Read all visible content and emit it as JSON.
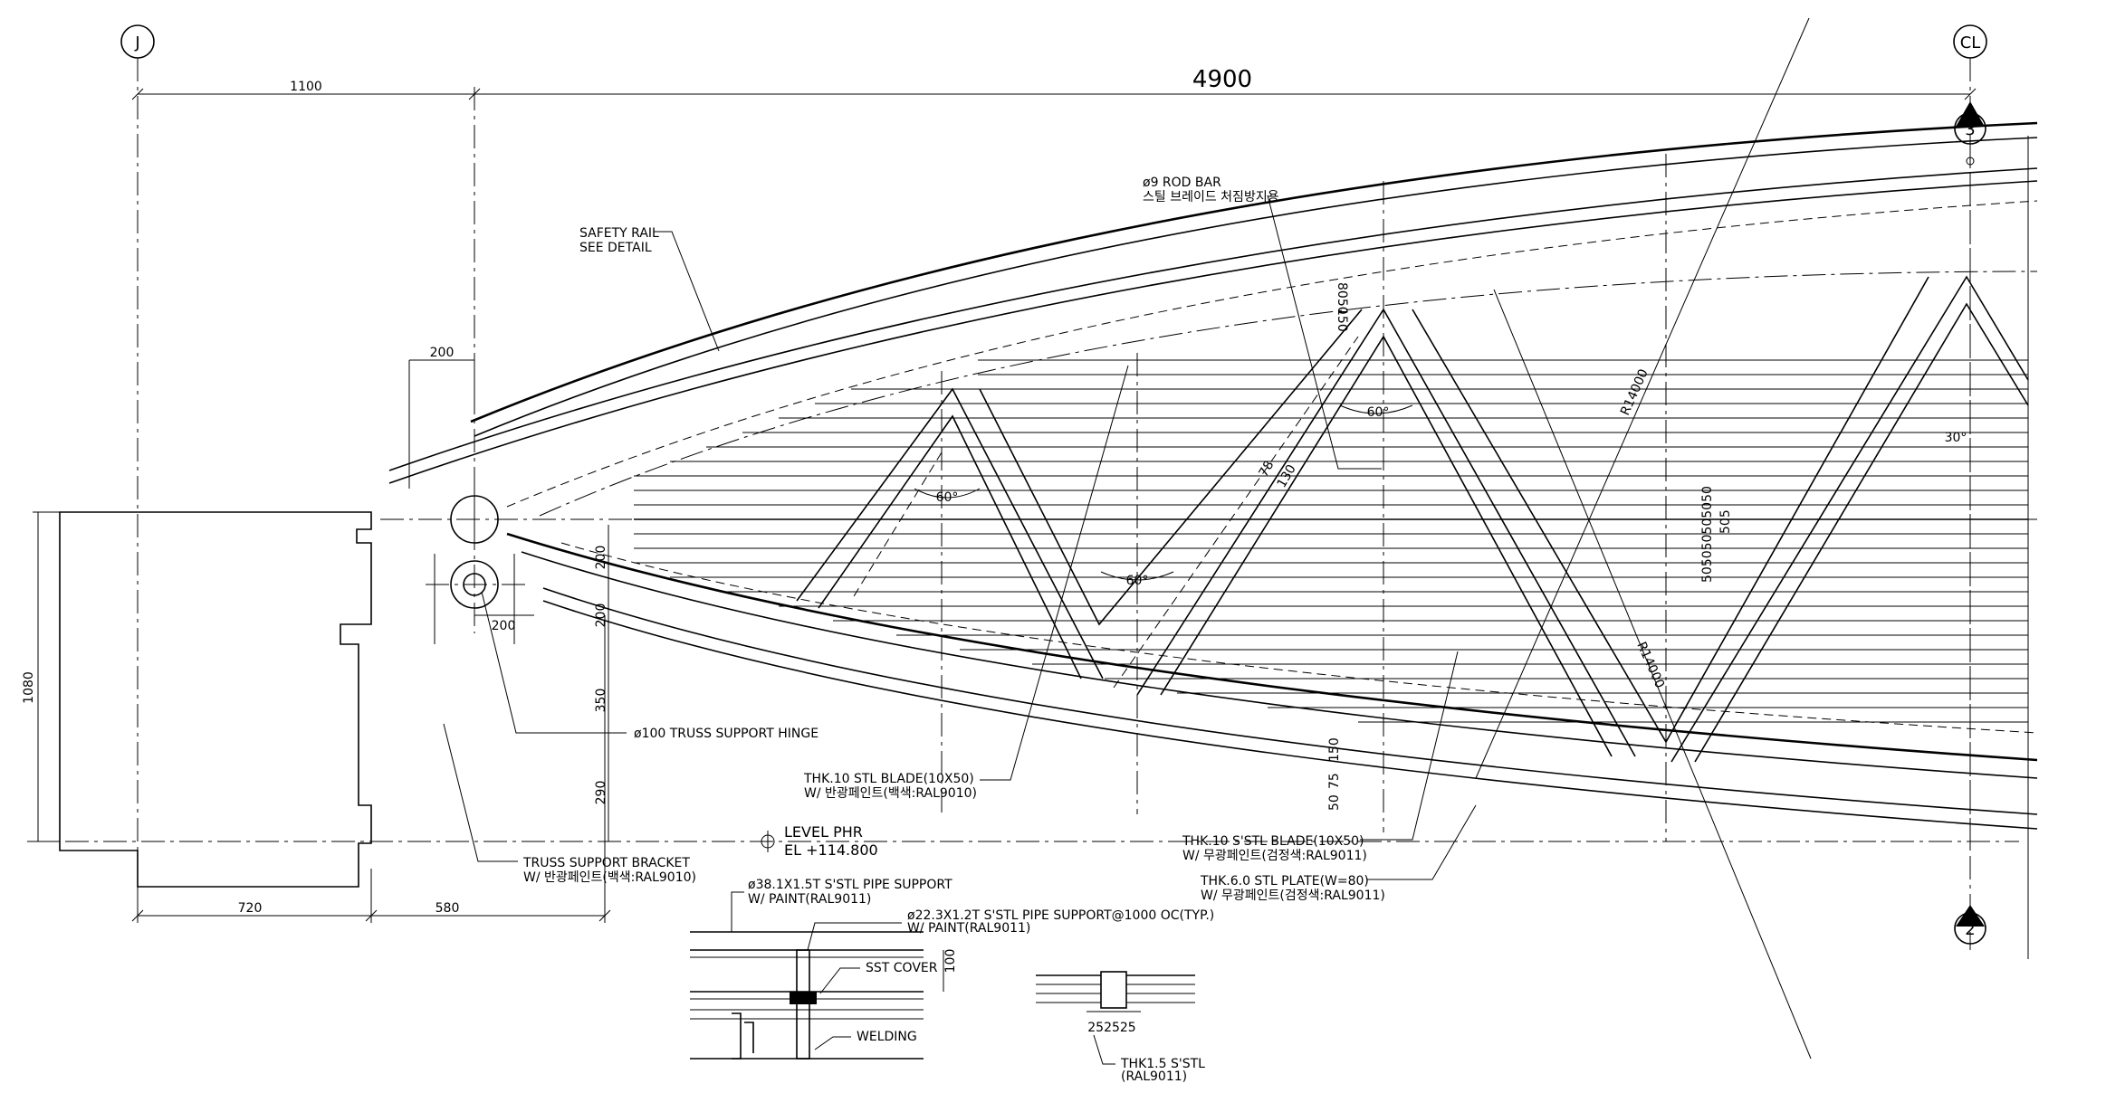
{
  "grid": {
    "left_bubble": "J",
    "right_bubble": "CL",
    "section_top": "3",
    "section_bottom": "2"
  },
  "dimensions": {
    "overall": "4900",
    "top_left": "1100",
    "bracket_width": "200",
    "hinge_offset": "200",
    "height_total": "1080",
    "bottom_left": "720",
    "bottom_right": "580",
    "v200_a": "200",
    "v200_b": "200",
    "v350": "350",
    "v290": "290",
    "top_8050": "8050",
    "top_150": "150",
    "angle_60_a": "60°",
    "angle_60_b": "60°",
    "angle_60_c": "60°",
    "angle_30": "30°",
    "radius_a": "R14000",
    "radius_b": "R14000",
    "blade_spacing": "505050505050",
    "blade_spacing_total": "505",
    "bot_150": "150",
    "bot_75": "75",
    "bot_50": "50",
    "small_100": "100",
    "small_252525": "252525",
    "small_78": "78",
    "small_130": "130"
  },
  "labels": {
    "rod_bar_1": "ø9 ROD BAR",
    "rod_bar_2": "스틸 브레이드 처짐방지용",
    "safety_rail_1": "SAFETY RAIL",
    "safety_rail_2": "SEE DETAIL",
    "hinge": "ø100 TRUSS SUPPORT HINGE",
    "blade_1": "THK.10 STL BLADE(10X50)",
    "blade_2": "W/ 반광페인트(백색:RAL9010)",
    "level_1": "LEVEL PHR",
    "level_2": "EL +114.800",
    "bracket_1": "TRUSS SUPPORT BRACKET",
    "bracket_2": "W/ 반광페인트(백색:RAL9010)",
    "sblade_1": "THK.10 S'STL BLADE(10X50)",
    "sblade_2": "W/ 무광페인트(검정색:RAL9011)",
    "plate_1": "THK.6.0 STL PLATE(W=80)",
    "plate_2": "W/ 무광페인트(검정색:RAL9011)",
    "pipe1_1": "ø38.1X1.5T S'STL PIPE SUPPORT",
    "pipe1_2": "W/ PAINT(RAL9011)",
    "pipe2_1": "ø22.3X1.2T S'STL PIPE SUPPORT@1000 OC(TYP.)",
    "pipe2_2": "W/ PAINT(RAL9011)",
    "sst_cover": "SST COVER",
    "welding": "WELDING",
    "thk_1": "THK1.5 S'STL",
    "thk_2": "(RAL9011)"
  }
}
